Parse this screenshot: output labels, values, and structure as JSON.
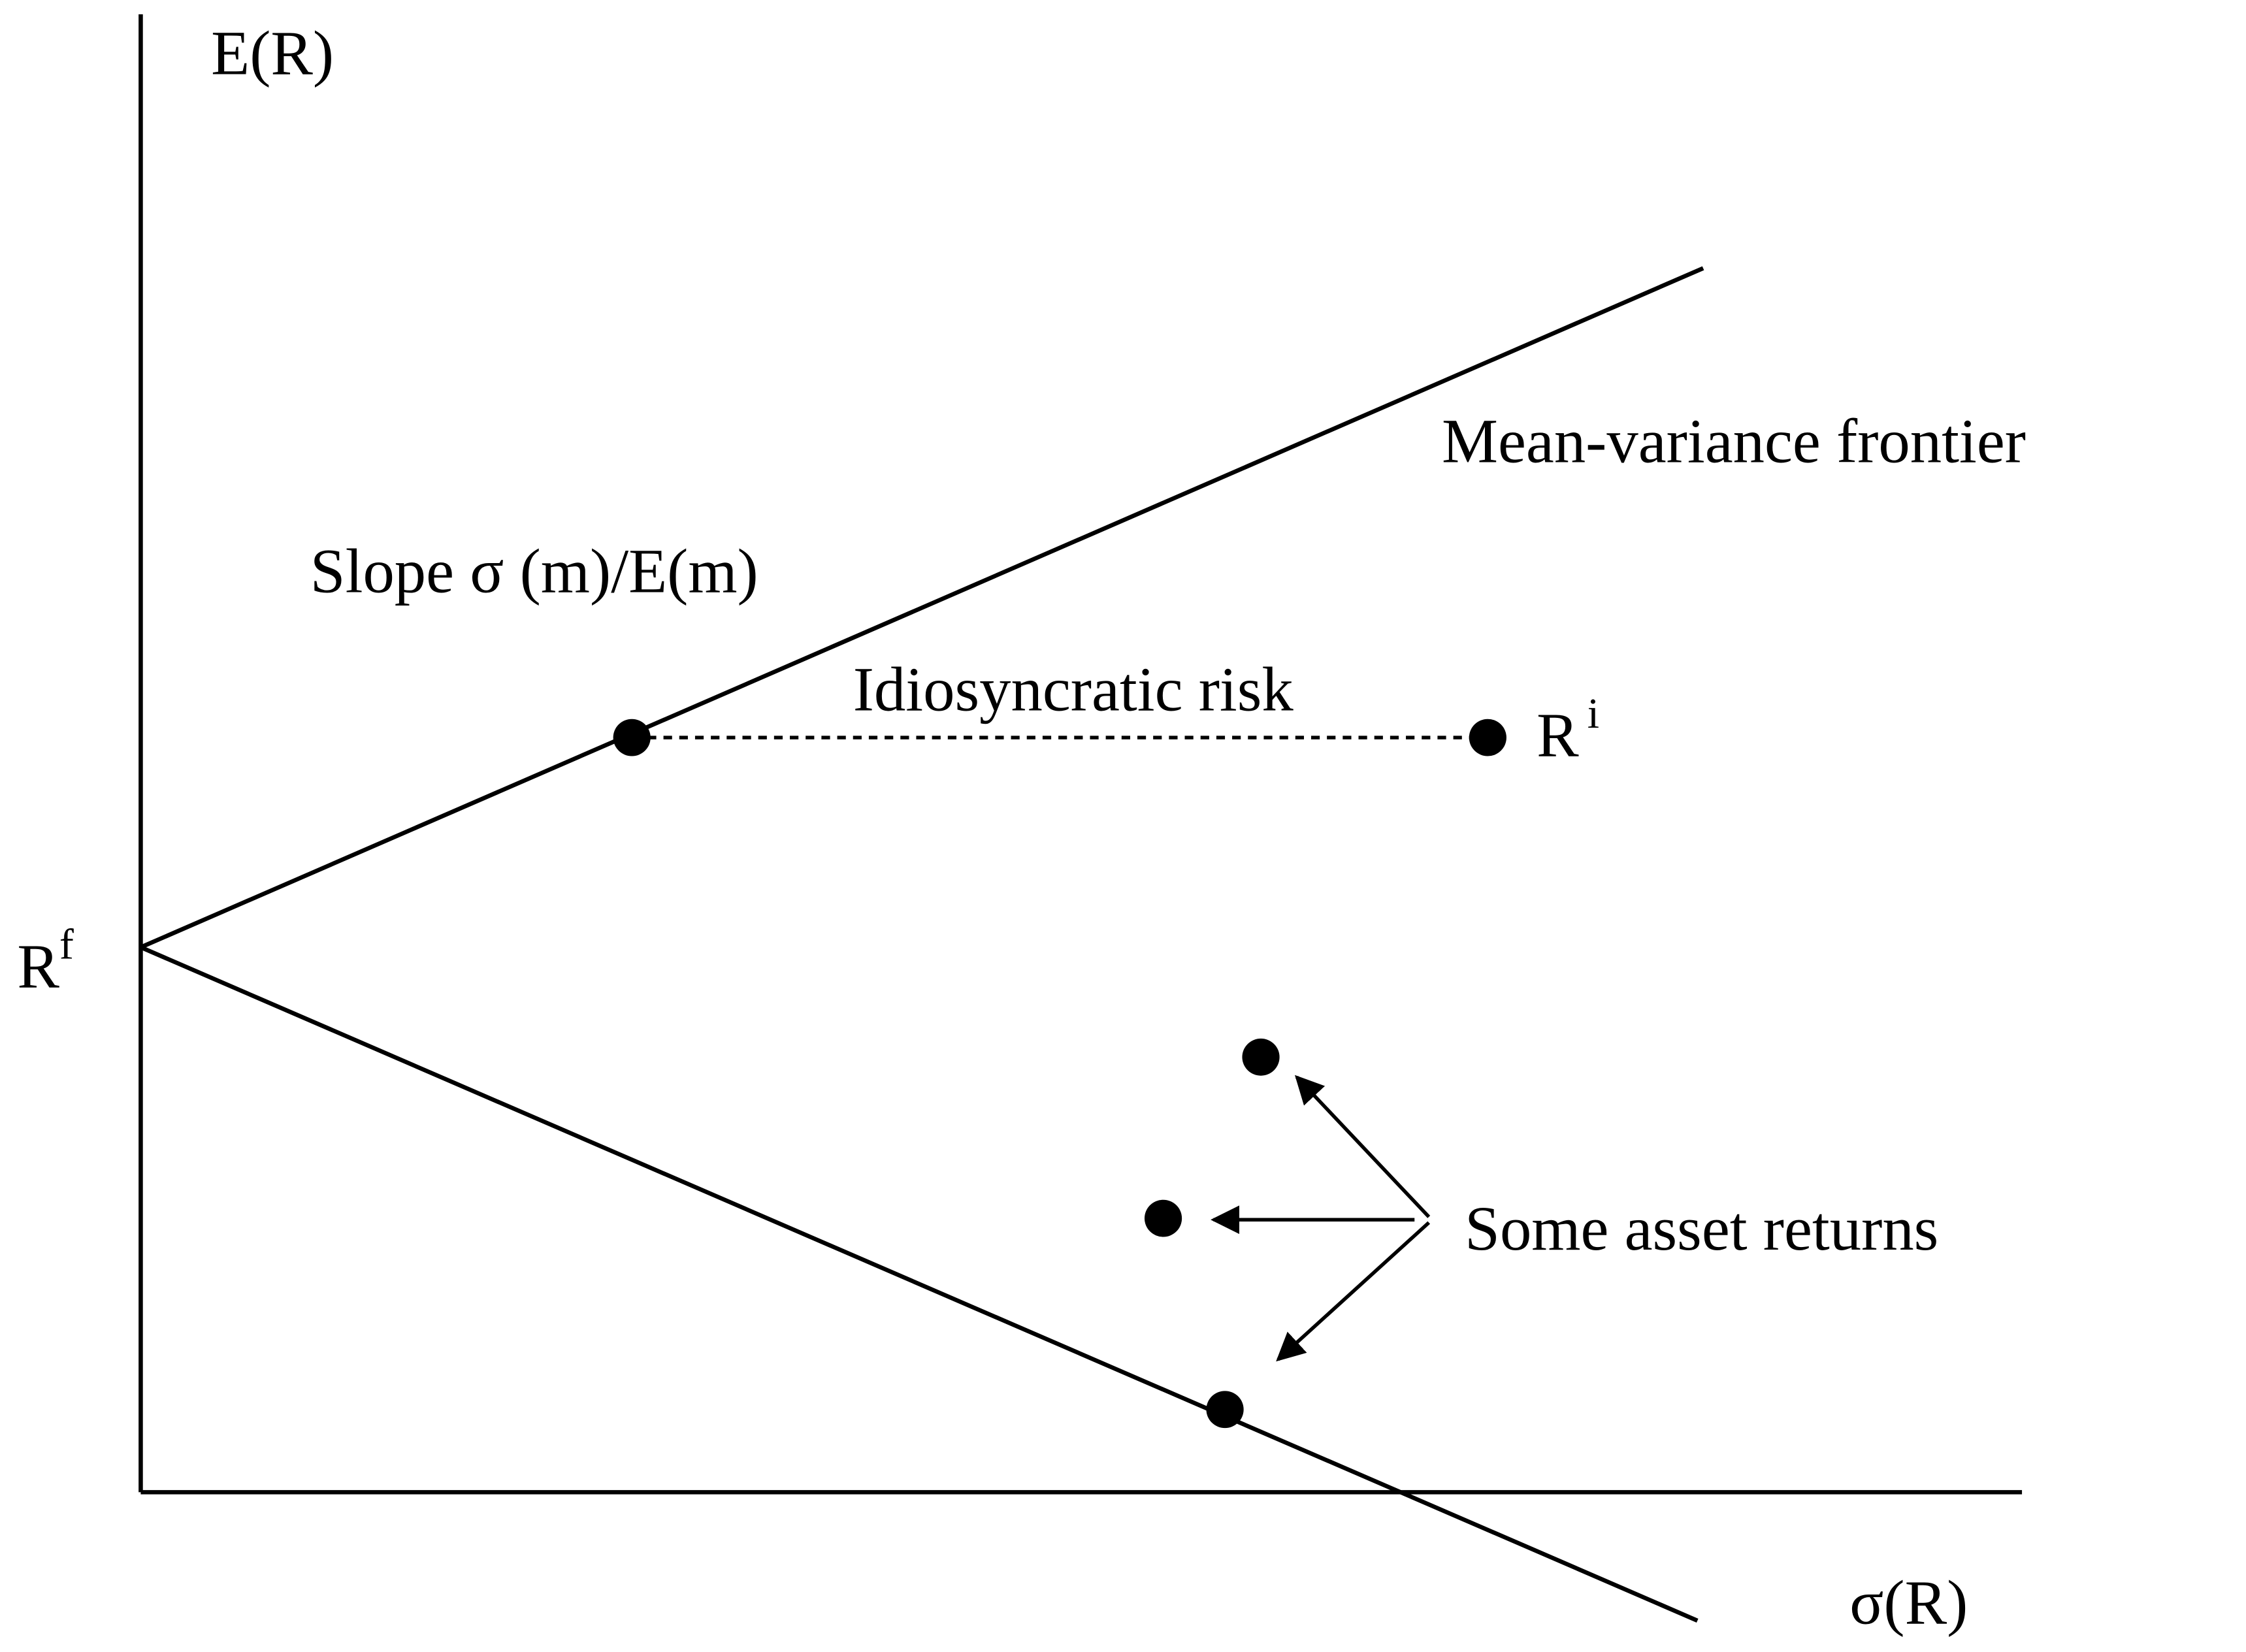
{
  "labels": {
    "y_axis": "E(R)",
    "x_axis": "σ(R)",
    "risk_free_base": "R",
    "risk_free_sup": "f",
    "frontier": "Mean-variance frontier",
    "slope_word": "Slope",
    "slope_formula": "σ (m)/E(m)",
    "idiosyncratic": "Idiosyncratic risk",
    "asset_base": "R",
    "asset_sup": "i",
    "asset_returns": "Some asset returns"
  },
  "colors": {
    "ink": "#000000",
    "background": "#ffffff"
  }
}
